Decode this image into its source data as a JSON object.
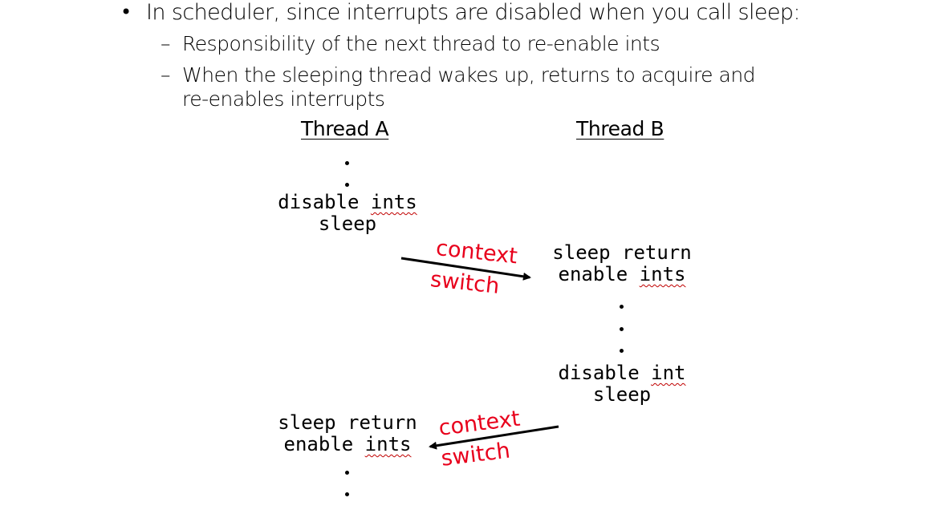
{
  "bullets": {
    "main_marker": "•",
    "main": "In scheduler, since interrupts are disabled when you call sleep:",
    "sub_marker": "–",
    "sub1": "Responsibility of the next thread to re-enable ints",
    "sub2_line1": "When the sleeping thread wakes up, returns to acquire and",
    "sub2_line2": "re-enables interrupts"
  },
  "thread_a": {
    "header": "Thread A",
    "disable": "disable",
    "ints": "ints",
    "sleep": "sleep",
    "sleep_return": "sleep return",
    "enable": "enable",
    "enable_ints": "ints"
  },
  "thread_b": {
    "header": "Thread B",
    "sleep_return": "sleep return",
    "enable": "enable",
    "enable_ints": "ints",
    "disable": "disable",
    "int": "int",
    "sleep": "sleep"
  },
  "context_switch_1": {
    "word1": "context",
    "word2": "switch"
  },
  "context_switch_2": {
    "word1": "context",
    "word2": "switch"
  },
  "colors": {
    "accent": "#e8001c",
    "text": "#000000"
  }
}
